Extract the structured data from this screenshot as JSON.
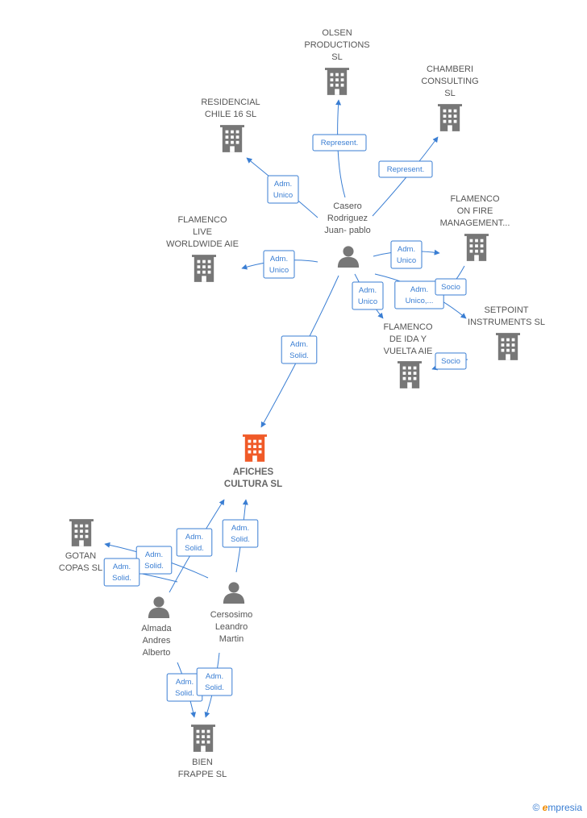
{
  "colors": {
    "company": "#777777",
    "focus": "#f05a28",
    "person": "#777777",
    "edge": "#3a7ed3"
  },
  "nodes": [
    {
      "id": "olsen",
      "kind": "company",
      "lines": [
        "OLSEN",
        "PRODUCTIONS",
        "SL"
      ]
    },
    {
      "id": "chamberi",
      "kind": "company",
      "lines": [
        "CHAMBERI",
        "CONSULTING",
        "SL"
      ]
    },
    {
      "id": "residencial",
      "kind": "company",
      "lines": [
        "RESIDENCIAL",
        "CHILE 16  SL"
      ]
    },
    {
      "id": "flamenco_live",
      "kind": "company",
      "lines": [
        "FLAMENCO",
        "LIVE",
        "WORLDWIDE AIE"
      ]
    },
    {
      "id": "flamenco_fire",
      "kind": "company",
      "lines": [
        "FLAMENCO",
        "ON FIRE",
        "MANAGEMENT..."
      ]
    },
    {
      "id": "setpoint",
      "kind": "company",
      "lines": [
        "SETPOINT",
        "INSTRUMENTS SL"
      ]
    },
    {
      "id": "flamenco_ida",
      "kind": "company",
      "lines": [
        "FLAMENCO",
        "DE IDA Y",
        "VUELTA AIE"
      ]
    },
    {
      "id": "afiches",
      "kind": "focus",
      "lines": [
        "AFICHES",
        "CULTURA  SL"
      ]
    },
    {
      "id": "gotan",
      "kind": "company",
      "lines": [
        "GOTAN",
        "COPAS  SL"
      ]
    },
    {
      "id": "bien",
      "kind": "company",
      "lines": [
        "BIEN",
        "FRAPPE SL"
      ]
    },
    {
      "id": "casero",
      "kind": "person",
      "lines": [
        "Casero",
        "Rodriguez",
        "Juan- pablo"
      ]
    },
    {
      "id": "almada",
      "kind": "person",
      "lines": [
        "Almada",
        "Andres",
        "Alberto"
      ]
    },
    {
      "id": "cersosimo",
      "kind": "person",
      "lines": [
        "Cersosimo",
        "Leandro",
        "Martin"
      ]
    }
  ],
  "relations": [
    {
      "from": "casero",
      "to": "olsen",
      "lines": [
        "Represent."
      ]
    },
    {
      "from": "casero",
      "to": "chamberi",
      "lines": [
        "Represent."
      ]
    },
    {
      "from": "casero",
      "to": "residencial",
      "lines": [
        "Adm.",
        "Unico"
      ]
    },
    {
      "from": "casero",
      "to": "flamenco_live",
      "lines": [
        "Adm.",
        "Unico"
      ]
    },
    {
      "from": "casero",
      "to": "flamenco_fire",
      "lines": [
        "Adm.",
        "Unico"
      ]
    },
    {
      "from": "casero",
      "to": "flamenco_ida",
      "lines": [
        "Adm.",
        "Unico"
      ]
    },
    {
      "from": "casero",
      "to": "setpoint",
      "lines": [
        "Adm.",
        "Unico,..."
      ]
    },
    {
      "from": "flamenco_fire",
      "to": "flamenco_ida",
      "lines": [
        "Socio"
      ]
    },
    {
      "from": "setpoint",
      "to": "flamenco_ida",
      "lines": [
        "Socio"
      ]
    },
    {
      "from": "casero",
      "to": "afiches",
      "lines": [
        "Adm.",
        "Solid."
      ]
    },
    {
      "from": "almada",
      "to": "afiches",
      "lines": [
        "Adm.",
        "Solid."
      ]
    },
    {
      "from": "cersosimo",
      "to": "afiches",
      "lines": [
        "Adm.",
        "Solid."
      ]
    },
    {
      "from": "almada",
      "to": "gotan",
      "lines": [
        "Adm.",
        "Solid."
      ]
    },
    {
      "from": "cersosimo",
      "to": "gotan",
      "lines": [
        "Adm.",
        "Solid."
      ]
    },
    {
      "from": "almada",
      "to": "bien",
      "lines": [
        "Adm.",
        "Solid."
      ]
    },
    {
      "from": "cersosimo",
      "to": "bien",
      "lines": [
        "Adm.",
        "Solid."
      ]
    }
  ],
  "brand": {
    "copyright": "©",
    "e": "e",
    "rest": "mpresia"
  }
}
